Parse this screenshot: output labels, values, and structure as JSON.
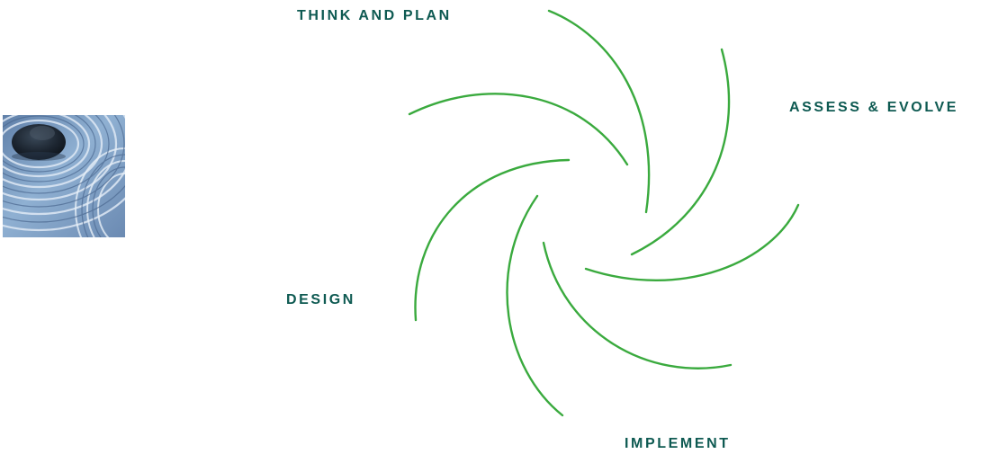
{
  "diagram": {
    "stages": {
      "think_and_plan": "THINK AND PLAN",
      "assess_and_evolve": "ASSESS & EVOLVE",
      "design": "DESIGN",
      "implement": "IMPLEMENT"
    },
    "colors": {
      "arc": "#3aaa3e",
      "label": "#0e5a52"
    },
    "image": {
      "icon": "zen-garden-rock-photo"
    }
  }
}
